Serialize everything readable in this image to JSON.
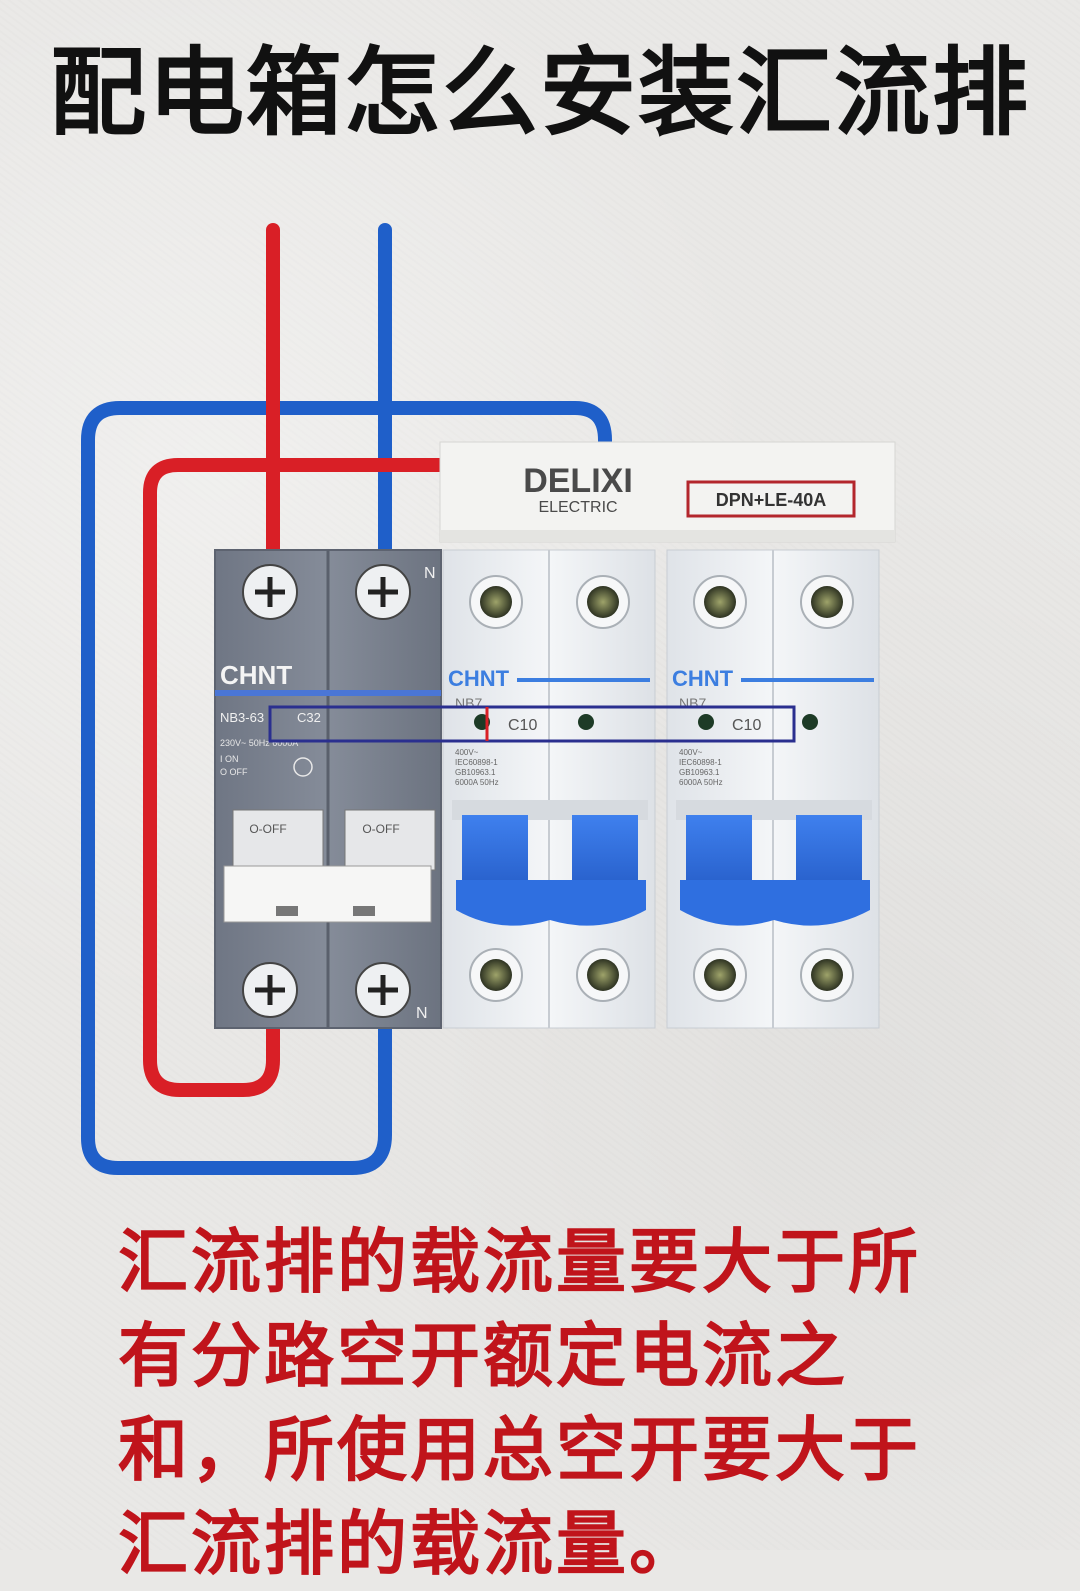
{
  "title": "配电箱怎么安装汇流排",
  "main_breaker": {
    "brand": "CHNT",
    "model": "NB3-63",
    "rating": "C32",
    "spec_line": "230V~ 50Hz 6000A",
    "on_label": "I ON",
    "off_label": "O OFF",
    "toggle_label_left": "O-OFF",
    "toggle_label_right": "O-OFF",
    "neutral_mark_top": "N",
    "neutral_mark_bottom": "N"
  },
  "busbar": {
    "brand": "DELIXI",
    "sub_brand": "ELECTRIC",
    "model": "DPN+LE-40A"
  },
  "branch_breakers": [
    {
      "brand": "CHNT",
      "model": "NB7",
      "rating": "C10",
      "spec_lines": [
        "400V~",
        "IEC60898-1",
        "GB10963.1",
        "6000A 50Hz"
      ]
    },
    {
      "brand": "CHNT",
      "model": "NB7",
      "rating": "C10",
      "spec_lines": [
        "400V~",
        "IEC60898-1",
        "GB10963.1",
        "6000A 50Hz"
      ]
    }
  ],
  "caption": "汇流排的载流量要大于所有分路空开额定电流之和，所使用总空开要大于汇流排的载流量。",
  "colors": {
    "live_wire": "#d91f26",
    "neutral_wire": "#1f5fc9",
    "caption_text": "#c0141b",
    "breaker_grey": "#7b8290",
    "toggle_blue": "#2f6fe0",
    "highlight_box": "#2a2f8f",
    "model_box": "#b3262c"
  }
}
